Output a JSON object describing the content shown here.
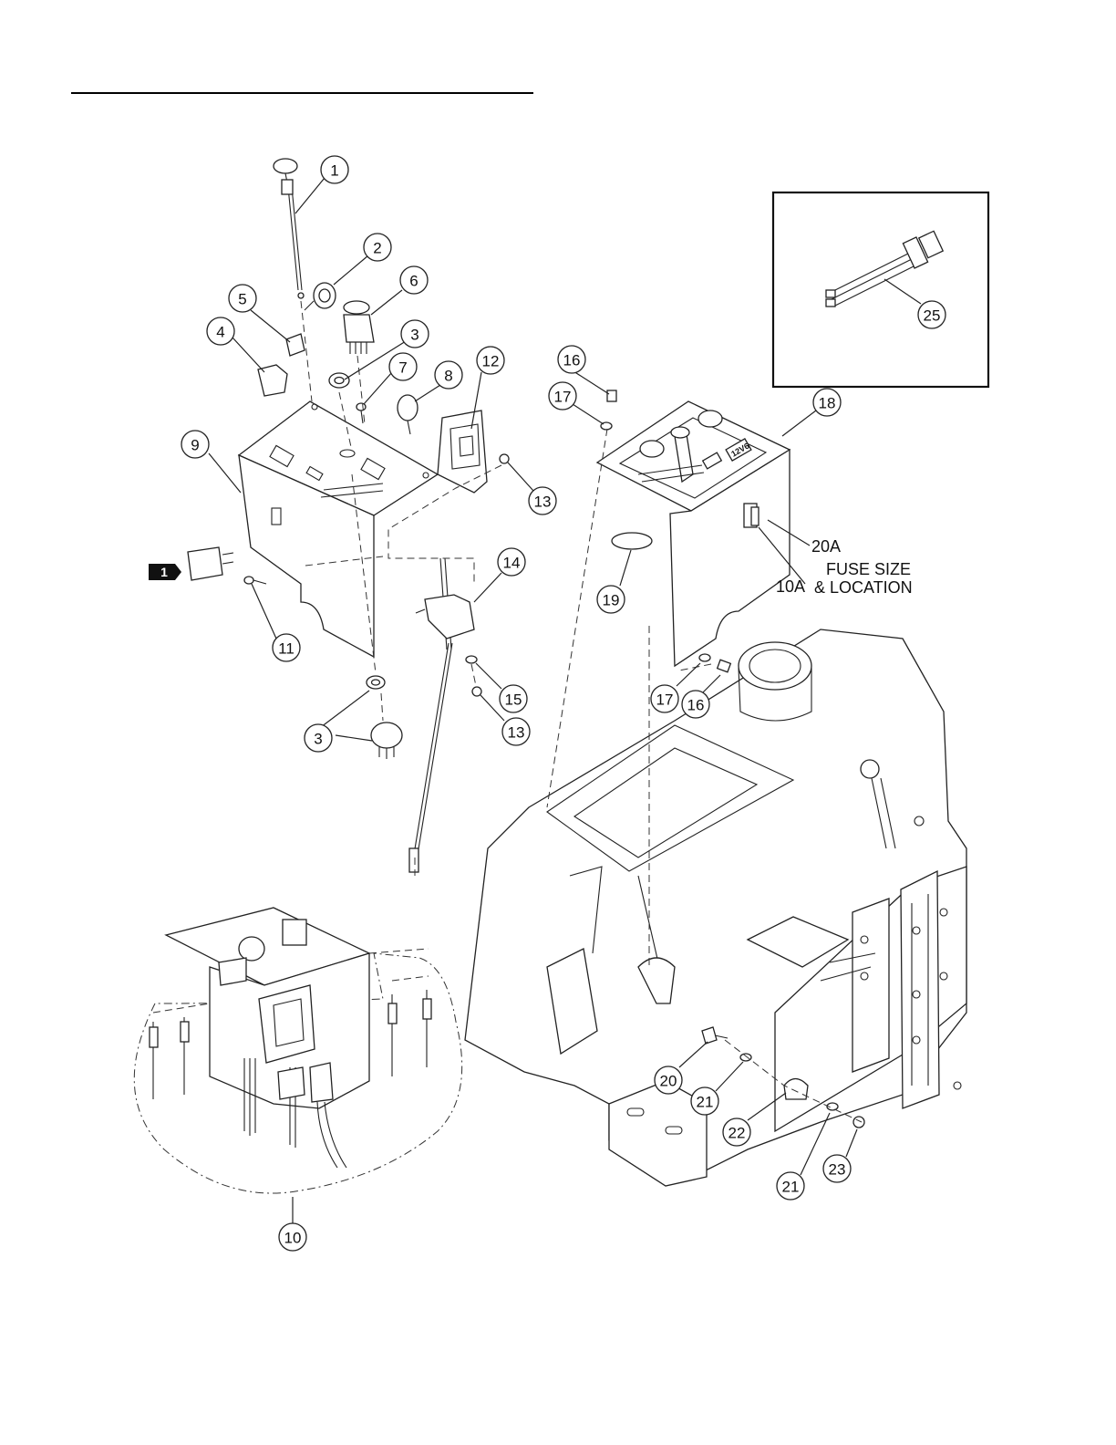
{
  "callouts": [
    {
      "id": "c1",
      "label": "1"
    },
    {
      "id": "c2",
      "label": "2"
    },
    {
      "id": "c3a",
      "label": "3"
    },
    {
      "id": "c3b",
      "label": "3"
    },
    {
      "id": "c4",
      "label": "4"
    },
    {
      "id": "c5",
      "label": "5"
    },
    {
      "id": "c6",
      "label": "6"
    },
    {
      "id": "c7",
      "label": "7"
    },
    {
      "id": "c8",
      "label": "8"
    },
    {
      "id": "c9",
      "label": "9"
    },
    {
      "id": "c10",
      "label": "10"
    },
    {
      "id": "c11",
      "label": "11"
    },
    {
      "id": "c12",
      "label": "12"
    },
    {
      "id": "c13a",
      "label": "13"
    },
    {
      "id": "c13b",
      "label": "13"
    },
    {
      "id": "c14",
      "label": "14"
    },
    {
      "id": "c15",
      "label": "15"
    },
    {
      "id": "c16a",
      "label": "16"
    },
    {
      "id": "c16b",
      "label": "16"
    },
    {
      "id": "c17a",
      "label": "17"
    },
    {
      "id": "c17b",
      "label": "17"
    },
    {
      "id": "c18",
      "label": "18"
    },
    {
      "id": "c19",
      "label": "19"
    },
    {
      "id": "c20",
      "label": "20"
    },
    {
      "id": "c21a",
      "label": "21"
    },
    {
      "id": "c21b",
      "label": "21"
    },
    {
      "id": "c22",
      "label": "22"
    },
    {
      "id": "c23",
      "label": "23"
    },
    {
      "id": "c25",
      "label": "25"
    }
  ],
  "reference_flag": "1",
  "fuse_note": {
    "rating_20a": "20A",
    "rating_10a": "10A",
    "line1": "FUSE SIZE",
    "line2": "& LOCATION"
  },
  "panel_decal": "12V6"
}
